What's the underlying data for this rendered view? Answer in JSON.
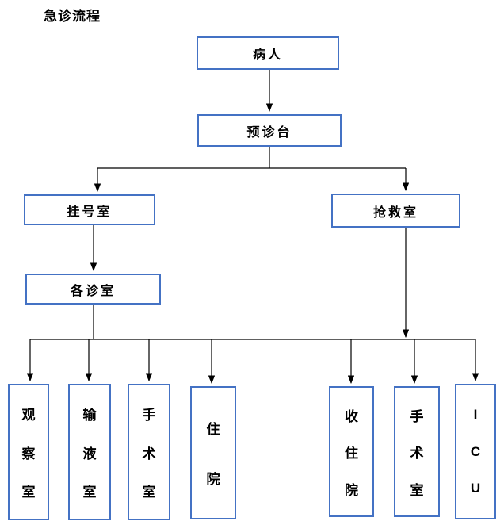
{
  "title": "急诊流程",
  "colors": {
    "box_border": "#4472C4",
    "line": "#000000",
    "text": "#000000",
    "background": "#ffffff"
  },
  "nodes": {
    "patient": "病人",
    "triage_desk": "预诊台",
    "registration_room": "挂号室",
    "rescue_room": "抢救室",
    "clinics": "各诊室",
    "observation_room": "观察室",
    "infusion_room": "输液室",
    "surgery_room_left": "手术室",
    "hospitalization": "住院",
    "admit_hospital": "收住院",
    "surgery_room_right": "手术室",
    "icu": "ICU"
  },
  "edges": [
    {
      "from": "patient",
      "to": "triage_desk"
    },
    {
      "from": "triage_desk",
      "to": "registration_room"
    },
    {
      "from": "triage_desk",
      "to": "rescue_room"
    },
    {
      "from": "registration_room",
      "to": "clinics"
    },
    {
      "from": "clinics",
      "to": "observation_room"
    },
    {
      "from": "clinics",
      "to": "infusion_room"
    },
    {
      "from": "clinics",
      "to": "surgery_room_left"
    },
    {
      "from": "clinics",
      "to": "hospitalization"
    },
    {
      "from": "rescue_room",
      "to": "admit_hospital"
    },
    {
      "from": "rescue_room",
      "to": "surgery_room_right"
    },
    {
      "from": "rescue_room",
      "to": "icu"
    }
  ]
}
